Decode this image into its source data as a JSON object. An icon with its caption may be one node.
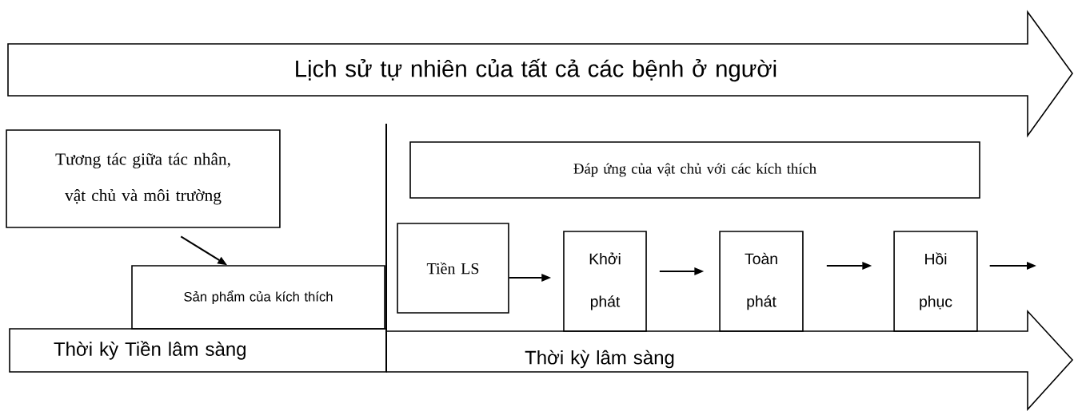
{
  "diagram": {
    "nodes": [
      {
        "text": [
          "Lịch sử tự nhiên của tất cả các bệnh ở người"
        ]
      },
      {
        "text": [
          "Tương tác giữa tác nhân, vật chủ và môi trường"
        ]
      },
      {
        "text": [
          "Sản phẩm của kích thích"
        ]
      },
      {
        "text": [
          "Thời kỳ Tiền lâm sàng"
        ]
      },
      {
        "text": [
          "Thời kỳ lâm sàng"
        ]
      },
      {
        "text": [
          "Đáp ứng của vật chủ với các kích thích"
        ]
      },
      {
        "text": [
          "Tiền LS"
        ]
      },
      {
        "text": [
          "Khởi phát"
        ]
      },
      {
        "text": [
          "Toàn phát"
        ]
      },
      {
        "text": [
          "Hồi phục"
        ]
      }
    ],
    "edges": [
      {
        "from": 1,
        "to": 2,
        "arrow": "to"
      },
      {
        "from": 6,
        "to": 7,
        "arrow": "to"
      },
      {
        "from": 7,
        "to": 8,
        "arrow": "to"
      },
      {
        "from": 8,
        "to": 9,
        "arrow": "to"
      },
      {
        "from": 9,
        "to": null,
        "arrow": "to"
      }
    ]
  }
}
